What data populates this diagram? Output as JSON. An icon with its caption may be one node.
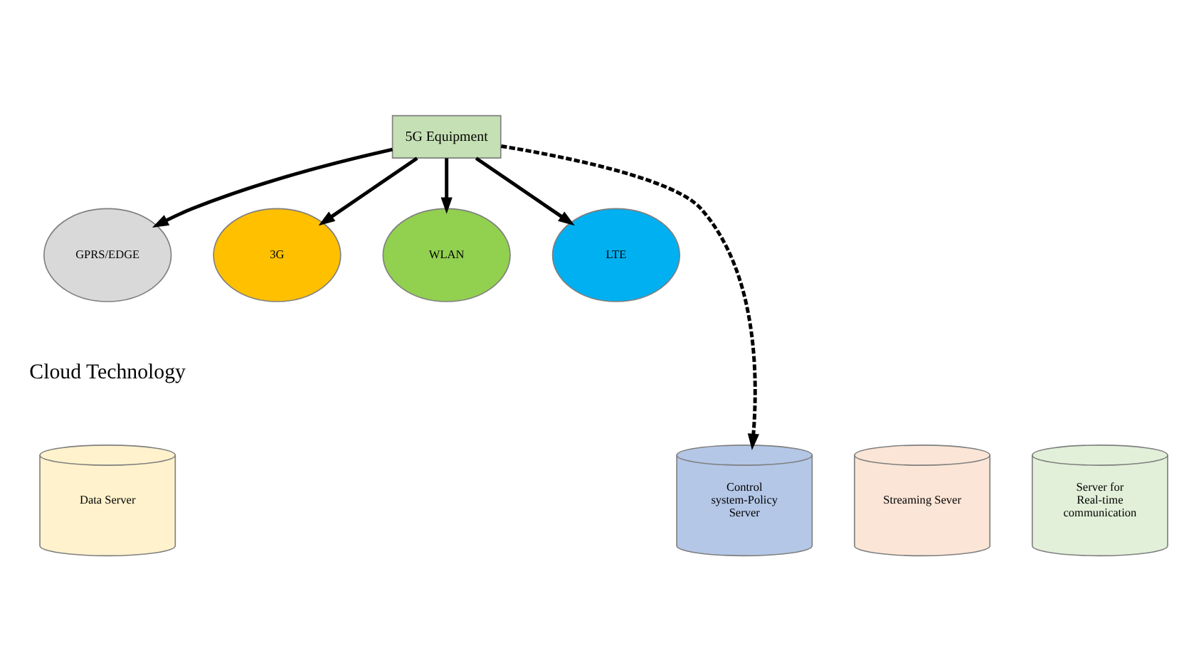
{
  "diagram": {
    "nodes": [
      {
        "text": [
          "5G Equipment"
        ]
      },
      {
        "text": [
          "GPRS/EDGE"
        ]
      },
      {
        "text": [
          "3G"
        ]
      },
      {
        "text": [
          "WLAN"
        ]
      },
      {
        "text": [
          "LTE"
        ]
      },
      {
        "text": [
          "Cloud Technology"
        ]
      },
      {
        "text": [
          "Streaming Sever"
        ]
      },
      {
        "text": [
          "Data Server"
        ]
      },
      {
        "text": [
          "Server for Real-time communication"
        ]
      },
      {
        "text": [
          "Control system-Policy Server"
        ]
      }
    ],
    "edges": [
      {
        "from": 0,
        "to": 1,
        "arrow": "to"
      },
      {
        "from": 0,
        "to": 2,
        "arrow": "to"
      },
      {
        "from": 0,
        "to": 3,
        "arrow": "to"
      },
      {
        "from": 0,
        "to": 4,
        "arrow": "to"
      },
      {
        "from": 0,
        "to": 9,
        "arrow": "to",
        "style": "dashed"
      }
    ]
  }
}
